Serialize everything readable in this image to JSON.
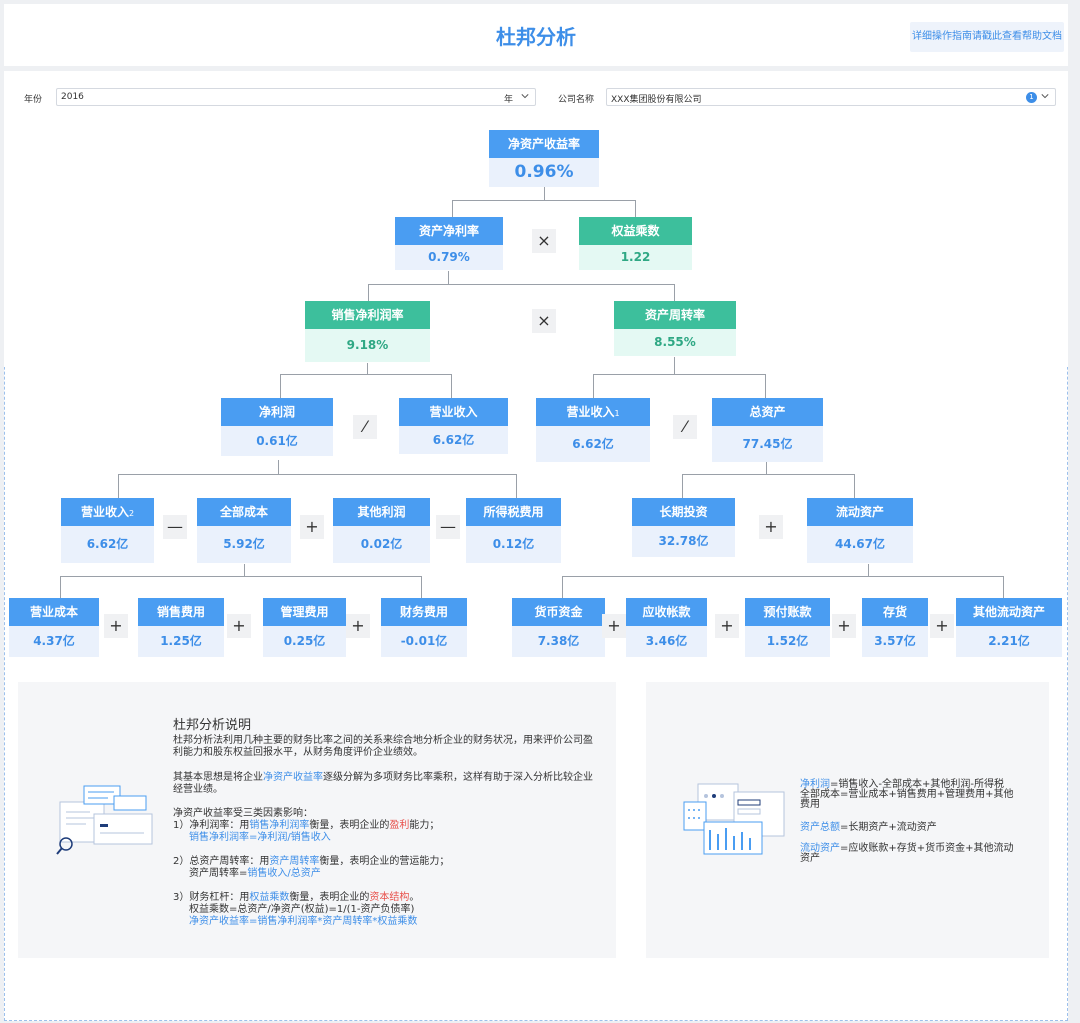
{
  "header": {
    "title": "杜邦分析",
    "help_button": "详细操作指南请戳此查看帮助文档"
  },
  "filters": {
    "year_label": "年份",
    "year_value": "2016",
    "year_suffix": "年",
    "company_label": "公司名称",
    "company_value": "XXX集团股份有限公司",
    "company_badge": "1"
  },
  "tree": {
    "roe": {
      "label": "净资产收益率",
      "value": "0.96%"
    },
    "roa": {
      "label": "资产净利率",
      "value": "0.79%"
    },
    "equity_multiplier": {
      "label": "权益乘数",
      "value": "1.22"
    },
    "net_margin": {
      "label": "销售净利润率",
      "value": "9.18%"
    },
    "asset_turnover": {
      "label": "资产周转率",
      "value": "8.55%"
    },
    "net_profit": {
      "label": "净利润",
      "value": "0.61亿"
    },
    "revenue": {
      "label": "营业收入",
      "value": "6.62亿"
    },
    "revenue1": {
      "label": "营业收入",
      "sub": "1",
      "value": "6.62亿"
    },
    "total_assets": {
      "label": "总资产",
      "value": "77.45亿"
    },
    "revenue2": {
      "label": "营业收入",
      "sub": "2",
      "value": "6.62亿"
    },
    "total_cost": {
      "label": "全部成本",
      "value": "5.92亿"
    },
    "other_profit": {
      "label": "其他利润",
      "value": "0.02亿"
    },
    "income_tax": {
      "label": "所得税费用",
      "value": "0.12亿"
    },
    "lt_investment": {
      "label": "长期投资",
      "value": "32.78亿"
    },
    "current_assets": {
      "label": "流动资产",
      "value": "44.67亿"
    },
    "operating_cost": {
      "label": "营业成本",
      "value": "4.37亿"
    },
    "selling_expense": {
      "label": "销售费用",
      "value": "1.25亿"
    },
    "admin_expense": {
      "label": "管理费用",
      "value": "0.25亿"
    },
    "finance_expense": {
      "label": "财务费用",
      "value": "-0.01亿"
    },
    "cash": {
      "label": "货币资金",
      "value": "7.38亿"
    },
    "receivables": {
      "label": "应收帐款",
      "value": "3.46亿"
    },
    "prepayments": {
      "label": "预付账款",
      "value": "1.52亿"
    },
    "inventory": {
      "label": "存货",
      "value": "3.57亿"
    },
    "other_current": {
      "label": "其他流动资产",
      "value": "2.21亿"
    }
  },
  "operators": {
    "times": "×",
    "divide": "⁄",
    "minus": "—",
    "plus": "+"
  },
  "explain": {
    "title": "杜邦分析说明",
    "p1": "杜邦分析法利用几种主要的财务比率之间的关系来综合地分析企业的财务状况，用来评价公司盈利能力和股东权益回报水平，从财务角度评价企业绩效。",
    "p2_a": "其基本思想是将企业",
    "p2_hl": "净资产收益率",
    "p2_b": "逐级分解为多项财务比率乘积，这样有助于深入分析比较企业经营业绩。",
    "p3": "净资产收益率受三类因素影响：",
    "i1_a": "1）净利润率：用",
    "i1_hl": "销售净利润率",
    "i1_b": "衡量，表明企业的",
    "i1_red": "盈利",
    "i1_c": "能力；",
    "i1_formula": "销售净利润率=净利润/销售收入",
    "i2_a": "2）总资产周转率：用",
    "i2_hl": "资产周转率",
    "i2_b": "衡量，表明企业的营运能力；",
    "i2_formula_a": "资产周转率=",
    "i2_formula_hl": "销售收入/总资产",
    "i3_a": "3）财务杠杆：用",
    "i3_hl": "权益乘数",
    "i3_b": "衡量，表明企业的",
    "i3_red": "资本结构",
    "i3_c": "。",
    "i3_formula": "权益乘数=总资产/净资产(权益)=1/(1-资产负债率)",
    "i3_formula2": "净资产收益率=销售净利润率*资产周转率*权益乘数"
  },
  "formulas": {
    "f1_hl": "净利润",
    "f1_a": "=销售收入-全部成本+其他利润-所得税",
    "f1_b": "全部成本=营业成本+销售费用+管理费用+其他费用",
    "f2_hl": "资产总额",
    "f2_a": "=长期资产+流动资产",
    "f3_hl": "流动资产",
    "f3_a": "=应收账款+存货+货币资金+其他流动资产"
  },
  "colors": {
    "blue": "#4a9df2",
    "green": "#3dbf9c",
    "highlight": "#3d8ee8",
    "red": "#e8504a"
  }
}
